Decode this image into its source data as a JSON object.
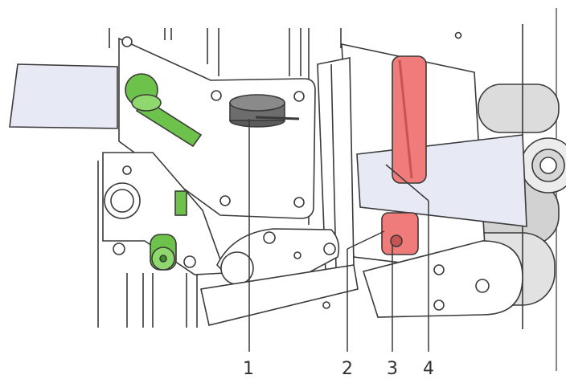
{
  "colors": {
    "line": "#3a3a3a",
    "media": "#e7e9f5",
    "green": "#6cc24a",
    "green_dark": "#3f8f2c",
    "red": "#ef7b7b",
    "red_dark": "#c75353",
    "grey_dark": "#5b5b5b",
    "grey_light": "#d8d8d8",
    "background": "#ffffff"
  },
  "callouts": [
    {
      "id": "1",
      "label": "1"
    },
    {
      "id": "2",
      "label": "2"
    },
    {
      "id": "3",
      "label": "3"
    },
    {
      "id": "4",
      "label": "4"
    }
  ]
}
